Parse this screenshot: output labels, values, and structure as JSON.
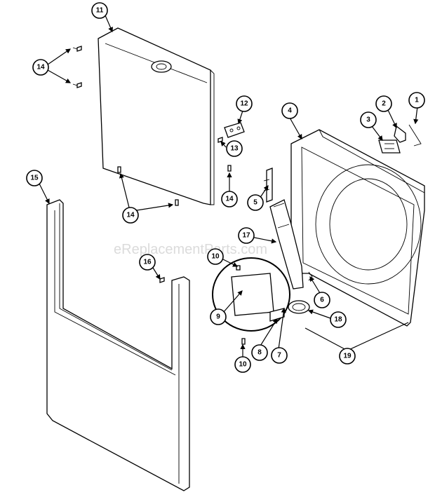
{
  "watermark": "eReplacementParts.com",
  "callouts": {
    "c1": "1",
    "c2": "2",
    "c3": "3",
    "c4": "4",
    "c5": "5",
    "c6": "6",
    "c7": "7",
    "c8": "8",
    "c9": "9",
    "c10a": "10",
    "c10b": "10",
    "c11": "11",
    "c12": "12",
    "c13": "13",
    "c14a": "14",
    "c14b": "14",
    "c14c": "14",
    "c15": "15",
    "c16": "16",
    "c17": "17",
    "c18": "18",
    "c19": "19"
  }
}
